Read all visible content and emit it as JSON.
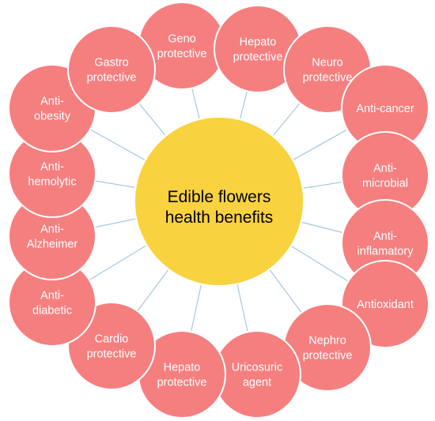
{
  "center": {
    "line1": "Edible flowers",
    "line2": "health benefits"
  },
  "petals": [
    {
      "lines": [
        "Geno",
        "protective"
      ]
    },
    {
      "lines": [
        "Hepato",
        "protective"
      ]
    },
    {
      "lines": [
        "Neuro",
        "protective"
      ]
    },
    {
      "lines": [
        "Anti-cancer"
      ]
    },
    {
      "lines": [
        "Anti-",
        "microbial"
      ]
    },
    {
      "lines": [
        "Anti-",
        "inflamatory"
      ]
    },
    {
      "lines": [
        "Antioxidant"
      ]
    },
    {
      "lines": [
        "Nephro",
        "protective"
      ]
    },
    {
      "lines": [
        "Uricosuric",
        "agent"
      ]
    },
    {
      "lines": [
        "Hepato",
        "protective"
      ]
    },
    {
      "lines": [
        "Cardio",
        "protective"
      ]
    },
    {
      "lines": [
        "Anti-",
        "diabetic"
      ]
    },
    {
      "lines": [
        "Anti-",
        "Alzheimer"
      ]
    },
    {
      "lines": [
        "Anti-",
        "hemolytic"
      ]
    },
    {
      "lines": [
        "Anti-",
        "obesity"
      ]
    },
    {
      "lines": [
        "Gastro",
        "protective"
      ]
    }
  ],
  "colors": {
    "petal": "#f57f7f",
    "center": "#f9d23f",
    "connector": "#9ec3dc"
  }
}
